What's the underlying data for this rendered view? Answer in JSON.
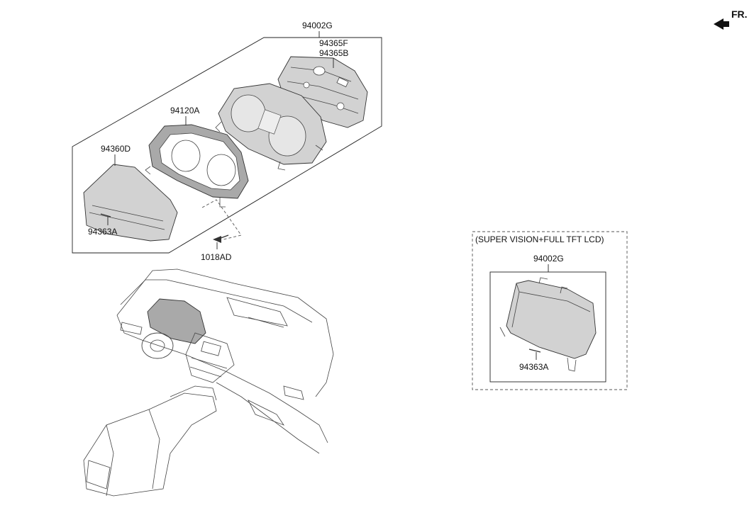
{
  "direction": {
    "label": "FR.",
    "icon": "front-arrow-icon"
  },
  "main_assembly": {
    "part_numbers": {
      "cluster_assembly": "94002G",
      "rear_cover_1": "94365F",
      "rear_cover_2": "94365B",
      "bezel": "94120A",
      "lens_glass": "94360D",
      "screw_tapping": "94363A",
      "bolt": "1018AD"
    }
  },
  "option_box": {
    "title": "(SUPER VISION+FULL TFT LCD)",
    "cluster_assembly": "94002G",
    "screw_tapping": "94363A"
  },
  "colors": {
    "part_fill": "#d2d2d2",
    "line": "#222222",
    "background": "#ffffff"
  }
}
